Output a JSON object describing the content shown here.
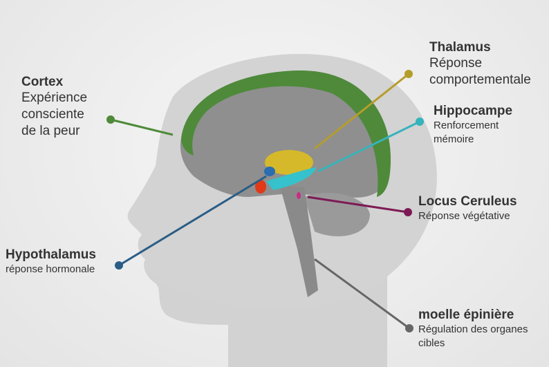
{
  "labels": {
    "cortex": {
      "title": "Cortex",
      "desc": [
        "Expérience",
        "consciente",
        "de la peur"
      ],
      "color": "#4e8a3a"
    },
    "thalamus": {
      "title": "Thalamus",
      "desc": [
        "Réponse",
        "comportementale"
      ],
      "color": "#b59d2c"
    },
    "hippocampe": {
      "title": "Hippocampe",
      "desc": [
        "Renforcement",
        "mémoire"
      ],
      "color": "#37b3bb"
    },
    "locus": {
      "title": "Locus Ceruleus",
      "desc": [
        "Réponse végétative"
      ],
      "color": "#7d1a55"
    },
    "hypothalamus": {
      "title": "Hypothalamus",
      "desc": [
        "réponse hormonale"
      ],
      "color": "#2a5d86"
    },
    "moelle": {
      "title": "moelle épinière",
      "desc": [
        "Régulation des organes",
        "cibles"
      ],
      "color": "#666666"
    }
  }
}
